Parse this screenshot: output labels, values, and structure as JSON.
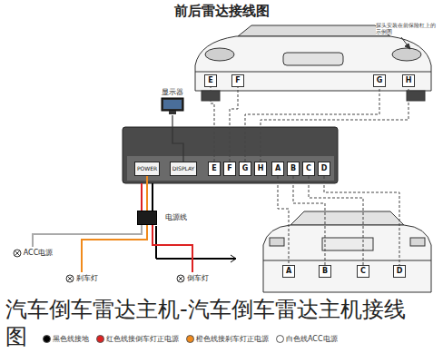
{
  "diagram": {
    "title": "前后雷达接线图",
    "caption": "汽车倒车雷达主机-汽车倒车雷达主机接线图",
    "nodes": [
      {
        "text": [
          "显示器"
        ]
      },
      {
        "text": [
          "E"
        ]
      },
      {
        "text": [
          "F"
        ]
      },
      {
        "text": [
          "G"
        ]
      },
      {
        "text": [
          "H"
        ]
      },
      {
        "text": [
          "POWER"
        ]
      },
      {
        "text": [
          "DISPLAY"
        ]
      },
      {
        "text": [
          "E"
        ]
      },
      {
        "text": [
          "F"
        ]
      },
      {
        "text": [
          "G"
        ]
      },
      {
        "text": [
          "H"
        ]
      },
      {
        "text": [
          "A"
        ]
      },
      {
        "text": [
          "B"
        ]
      },
      {
        "text": [
          "C"
        ]
      },
      {
        "text": [
          "D"
        ]
      },
      {
        "text": [
          "电源线"
        ]
      },
      {
        "text": [
          "ACC电源"
        ]
      },
      {
        "text": [
          "刹车灯"
        ]
      },
      {
        "text": [
          "倒车灯"
        ]
      },
      {
        "text": [
          "A"
        ]
      },
      {
        "text": [
          "B"
        ]
      },
      {
        "text": [
          "C"
        ]
      },
      {
        "text": [
          "D"
        ]
      }
    ],
    "edges": [
      {
        "from": 0,
        "to": 6,
        "arrow": "none"
      },
      {
        "from": 7,
        "to": 1,
        "arrow": "none"
      },
      {
        "from": 8,
        "to": 2,
        "arrow": "none"
      },
      {
        "from": 9,
        "to": 3,
        "arrow": "none"
      },
      {
        "from": 10,
        "to": 4,
        "arrow": "none"
      },
      {
        "from": 11,
        "to": 19,
        "arrow": "none"
      },
      {
        "from": 12,
        "to": 20,
        "arrow": "none"
      },
      {
        "from": 13,
        "to": 21,
        "arrow": "none"
      },
      {
        "from": 14,
        "to": 22,
        "arrow": "none"
      },
      {
        "from": 5,
        "to": 15,
        "arrow": "none"
      },
      {
        "from": 15,
        "to": 16,
        "arrow": "none"
      },
      {
        "from": 15,
        "to": 17,
        "arrow": "none"
      },
      {
        "from": 15,
        "to": 18,
        "arrow": "none"
      }
    ],
    "labels": [
      "探头安装在前保险杠上的示例图"
    ],
    "legend": [
      {
        "text": "黑色线接地",
        "color": "#000000"
      },
      {
        "text": "红色线接倒车灯正电源",
        "color": "#dd2222"
      },
      {
        "text": "橙色线接刹车灯正电源",
        "color": "#f08a1c"
      },
      {
        "text": "白色线ACC电源",
        "color": "#ffffff"
      }
    ]
  }
}
